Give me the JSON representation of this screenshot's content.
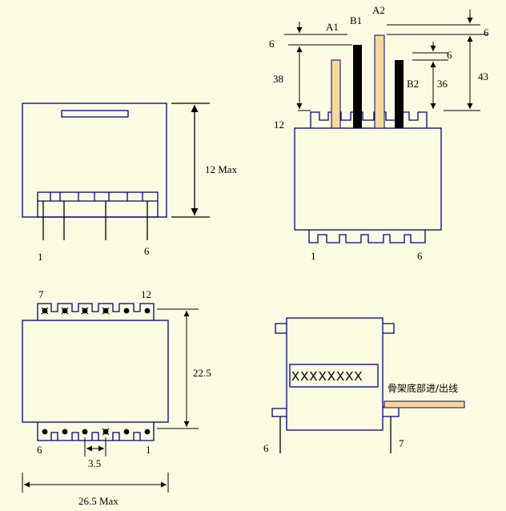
{
  "colors": {
    "background": "#fbfbe2",
    "outline": "#000080",
    "lead_light": "#f5d999",
    "lead_dark": "#000000"
  },
  "views": {
    "side": {
      "dimension": "12 Max",
      "pin_left": "1",
      "pin_right": "6"
    },
    "front": {
      "labels": {
        "a1": "A1",
        "b1": "B1",
        "a2": "A2",
        "b2": "B2"
      },
      "dims": {
        "top_left": "6",
        "left_len": "38",
        "pin": "12",
        "top_right": "6",
        "small": "6",
        "inner": "36",
        "overall": "43"
      },
      "pin_left": "1",
      "pin_right": "6"
    },
    "bottom": {
      "pin_tl": "7",
      "pin_tr": "12",
      "pin_bl": "6",
      "pin_br": "1",
      "height": "22.5",
      "pitch": "3.5",
      "width": "26.5 Max"
    },
    "mounted": {
      "marking": "XXXXXXXX",
      "lead_note": "骨架底部进/出线",
      "pin_left": "6",
      "pin_right": "7"
    }
  }
}
